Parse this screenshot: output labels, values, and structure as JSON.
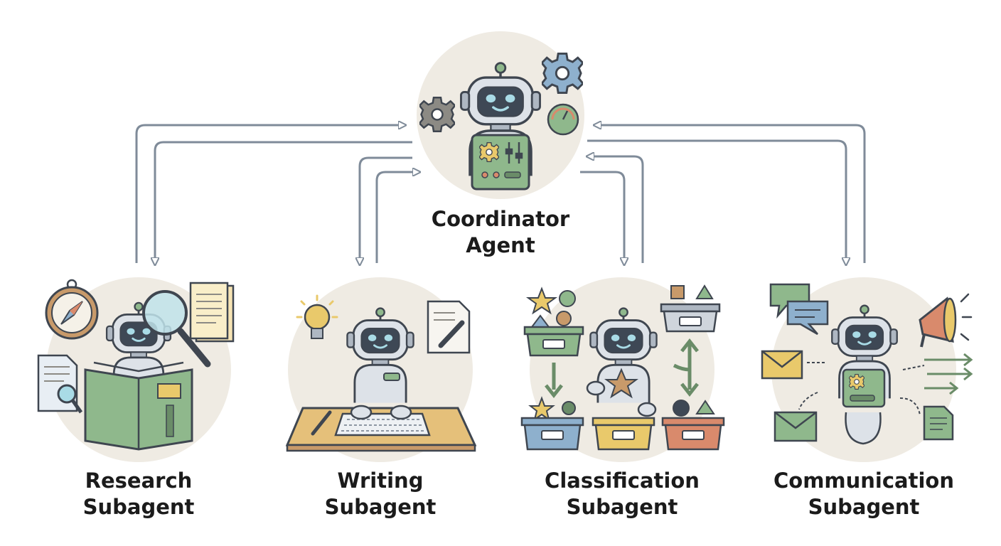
{
  "colors": {
    "circle_bg": "#efebe3",
    "arrow": "#7f8b99",
    "robot_body": "#dde2e8",
    "robot_outline": "#3f4650",
    "screen": "#3e4855",
    "eyes": "#a9dbe6",
    "green": "#8fb88c",
    "yellow": "#e9c96b",
    "red": "#d98a6c",
    "blue": "#8eb0cd"
  },
  "coordinator": {
    "title_line1": "Coordinator",
    "title_line2": "Agent",
    "icons": [
      "robot-icon",
      "gear-icon",
      "gauge-icon"
    ]
  },
  "subagents": [
    {
      "id": "research",
      "line1": "Research",
      "line2": "Subagent",
      "icons": [
        "compass-icon",
        "magnifier-icon",
        "book-icon",
        "document-icon"
      ]
    },
    {
      "id": "writing",
      "line1": "Writing",
      "line2": "Subagent",
      "icons": [
        "lightbulb-icon",
        "pen-icon",
        "keyboard-icon",
        "desk-icon"
      ]
    },
    {
      "id": "classification",
      "line1": "Classification",
      "line2": "Subagent",
      "icons": [
        "star-icon",
        "shape-icon",
        "bin-icon",
        "arrow-icon"
      ]
    },
    {
      "id": "communication",
      "line1": "Communication",
      "line2": "Subagent",
      "icons": [
        "chat-icon",
        "megaphone-icon",
        "envelope-icon",
        "document-icon"
      ]
    }
  ]
}
